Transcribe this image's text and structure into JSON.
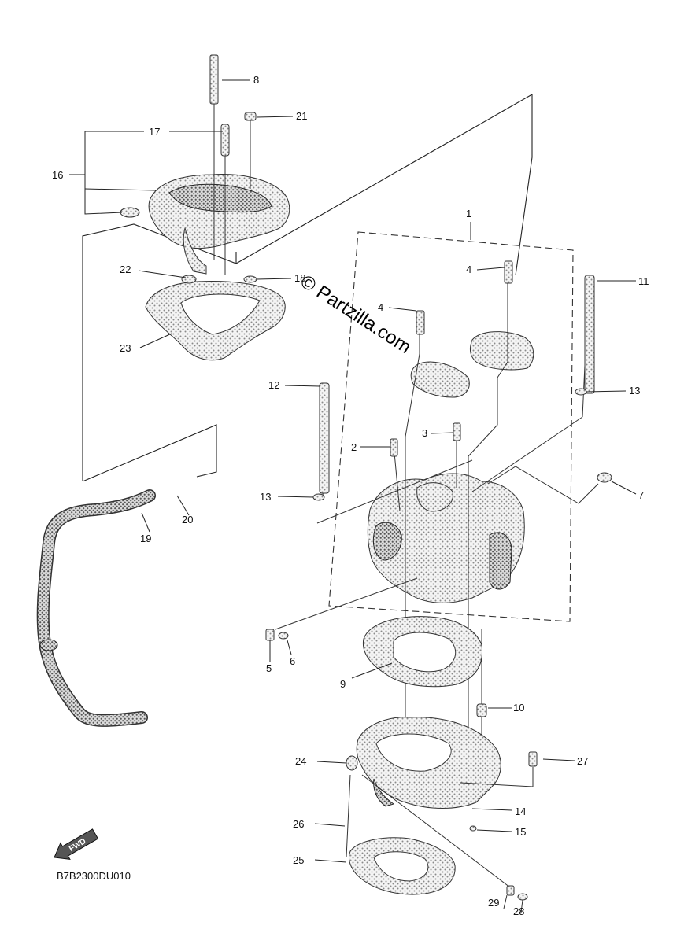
{
  "watermark": "© Partzilla.com",
  "diagram_code": "B7B2300DU010",
  "fwd_label": "FWD",
  "callouts": {
    "c1": "1",
    "c2": "2",
    "c3": "3",
    "c4a": "4",
    "c4b": "4",
    "c5": "5",
    "c6": "6",
    "c7": "7",
    "c8": "8",
    "c9": "9",
    "c10": "10",
    "c11": "11",
    "c12": "12",
    "c13a": "13",
    "c13b": "13",
    "c14": "14",
    "c15": "15",
    "c16": "16",
    "c17": "17",
    "c18": "18",
    "c19": "19",
    "c20": "20",
    "c21": "21",
    "c22": "22",
    "c23": "23",
    "c24": "24",
    "c25": "25",
    "c26": "26",
    "c27": "27",
    "c28": "28",
    "c29": "29"
  }
}
